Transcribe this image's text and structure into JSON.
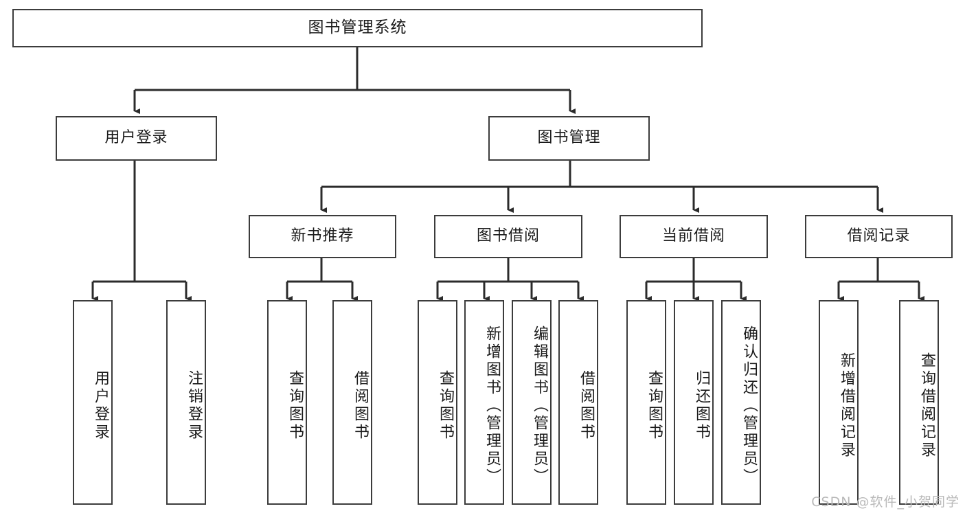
{
  "diagram": {
    "title": "图书管理系统",
    "type": "tree-hierarchy",
    "watermark": "CSDN @软件_小贺同学",
    "colors": {
      "box_border": "#3c3c3c",
      "background": "#ffffff",
      "text": "#1a1a1a",
      "watermark": "#b9b9b9"
    },
    "nodes": {
      "root": "图书管理系统",
      "level1": [
        {
          "label": "用户登录"
        },
        {
          "label": "图书管理"
        }
      ],
      "level2": [
        {
          "label": "新书推荐"
        },
        {
          "label": "图书借阅"
        },
        {
          "label": "当前借阅"
        },
        {
          "label": "借阅记录"
        }
      ],
      "leaves": {
        "user_login": [
          {
            "label": "用户登录"
          },
          {
            "label": "注销登录"
          }
        ],
        "new_book": [
          {
            "label": "查询图书"
          },
          {
            "label": "借阅图书"
          }
        ],
        "book_borrow": [
          {
            "label": "查询图书"
          },
          {
            "label": "新增图书（管理员）"
          },
          {
            "label": "编辑图书（管理员）"
          },
          {
            "label": "借阅图书"
          }
        ],
        "current_borrow": [
          {
            "label": "查询图书"
          },
          {
            "label": "归还图书"
          },
          {
            "label": "确认归还（管理员）"
          }
        ],
        "borrow_record": [
          {
            "label": "新增借阅记录"
          },
          {
            "label": "查询借阅记录"
          }
        ]
      }
    }
  }
}
